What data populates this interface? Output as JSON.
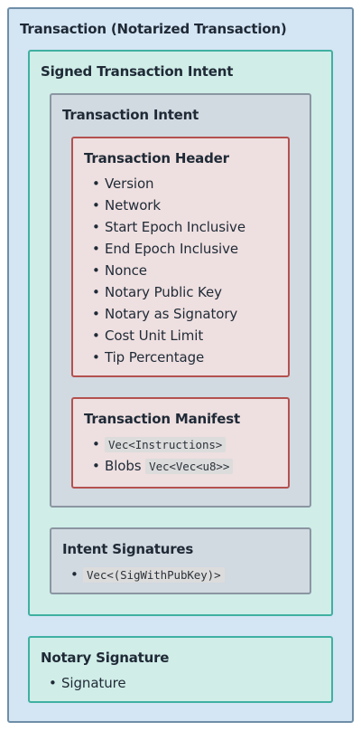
{
  "transaction": {
    "title": "Transaction (Notarized Transaction)",
    "signed_intent": {
      "title": "Signed Transaction Intent",
      "intent": {
        "title": "Transaction Intent",
        "header": {
          "title": "Transaction Header",
          "items": [
            "Version",
            "Network",
            "Start Epoch Inclusive",
            "End Epoch Inclusive",
            "Nonce",
            "Notary Public Key",
            "Notary as Signatory",
            "Cost Unit Limit",
            "Tip Percentage"
          ]
        },
        "manifest": {
          "title": "Transaction Manifest",
          "instructions_code": "Vec<Instructions>",
          "blobs_label": "Blobs",
          "blobs_code": "Vec<Vec<u8>>"
        }
      },
      "intent_signatures": {
        "title": "Intent Signatures",
        "code": "Vec<(SigWithPubKey)>"
      }
    },
    "notary_signature": {
      "title": "Notary Signature",
      "items": [
        "Signature"
      ]
    }
  }
}
